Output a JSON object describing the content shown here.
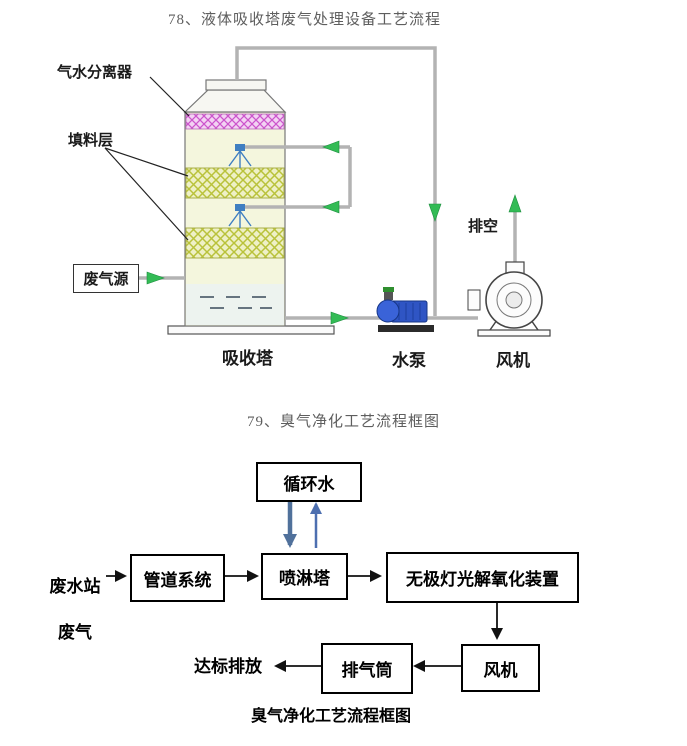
{
  "colors": {
    "title_gray": "#5e5e5e",
    "flow_green": "#33bb55",
    "pipe_gray": "#b3b3b3",
    "demister_purple": "#cc55cc",
    "packing_yellow": "#b9c23a",
    "pump_blue": "#2f55c4",
    "arrow_steel_blue": "#50719b",
    "arrow_blue": "#4d6fb0",
    "box_border": "#000000"
  },
  "s78": {
    "title": "78、液体吸收塔废气处理设备工艺流程",
    "labels": {
      "gas_water_separator": "气水分离器",
      "packing_layer": "填料层",
      "waste_gas_source": "废气源",
      "vent": "排空",
      "absorption_tower": "吸收塔",
      "water_pump": "水泵",
      "fan": "风机"
    }
  },
  "s79": {
    "title": "79、臭气净化工艺流程框图",
    "nodes": {
      "circulating_water": "循环水",
      "source_line1": "废水站",
      "source_line2": "废气",
      "pipeline_system": "管道系统",
      "spray_tower": "喷淋塔",
      "photolysis_unit": "无极灯光解氧化装置",
      "fan": "风机",
      "exhaust_stack": "排气筒",
      "discharge": "达标排放"
    },
    "caption": "臭气净化工艺流程框图"
  }
}
